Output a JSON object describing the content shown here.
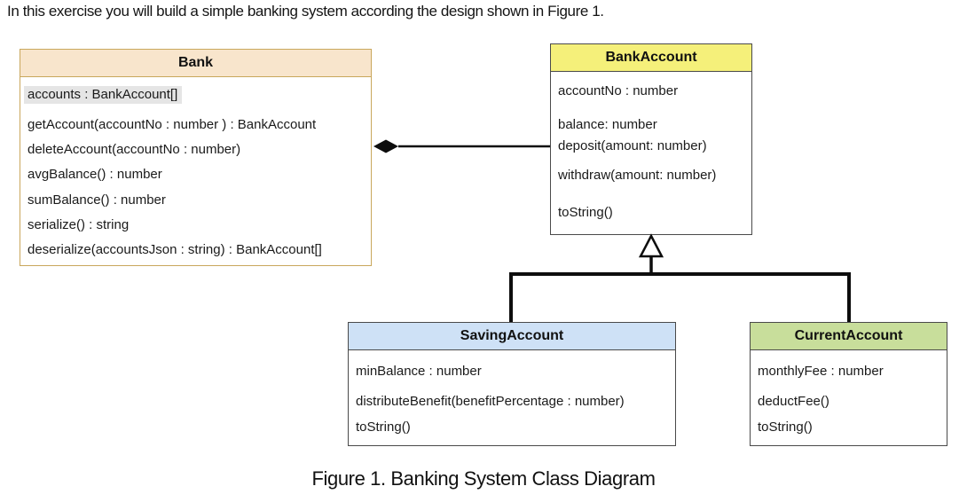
{
  "page": {
    "intro_text": "In this exercise you will build a simple banking system according the design shown in Figure 1.",
    "figure_caption": "Figure 1. Banking System Class Diagram"
  },
  "colors": {
    "bank_header_fill": "#F8E5CC",
    "bank_border": "#C9A75C",
    "bankaccount_header_fill": "#F5F07A",
    "savingaccount_header_fill": "#CEE1F6",
    "currentaccount_header_fill": "#C8DE9B",
    "box_border": "#4A4A4A",
    "connector": "#0D0D0D",
    "selected_attribute_highlight": "#E5E5E5"
  },
  "classes": {
    "bank": {
      "name": "Bank",
      "attributes": [
        "accounts : BankAccount[]"
      ],
      "methods": [
        "getAccount(accountNo : number ) : BankAccount",
        "deleteAccount(accountNo : number)",
        "avgBalance() : number",
        "sumBalance() : number",
        "serialize() : string",
        "deserialize(accountsJson : string) : BankAccount[]"
      ]
    },
    "bankaccount": {
      "name": "BankAccount",
      "attributes": [
        "accountNo : number",
        "balance: number"
      ],
      "methods": [
        "deposit(amount: number)",
        "withdraw(amount: number)",
        "toString()"
      ]
    },
    "savingaccount": {
      "name": "SavingAccount",
      "attributes": [
        "minBalance : number"
      ],
      "methods": [
        "distributeBenefit(benefitPercentage : number)",
        "toString()"
      ]
    },
    "currentaccount": {
      "name": "CurrentAccount",
      "attributes": [
        "monthlyFee : number"
      ],
      "methods": [
        "deductFee()",
        "toString()"
      ]
    }
  },
  "relationships": [
    {
      "type": "composition",
      "from": "Bank",
      "to": "BankAccount",
      "icon": "filled-diamond-icon"
    },
    {
      "type": "inheritance",
      "from": "SavingAccount",
      "to": "BankAccount",
      "icon": "hollow-triangle-icon"
    },
    {
      "type": "inheritance",
      "from": "CurrentAccount",
      "to": "BankAccount",
      "icon": "hollow-triangle-icon"
    }
  ]
}
